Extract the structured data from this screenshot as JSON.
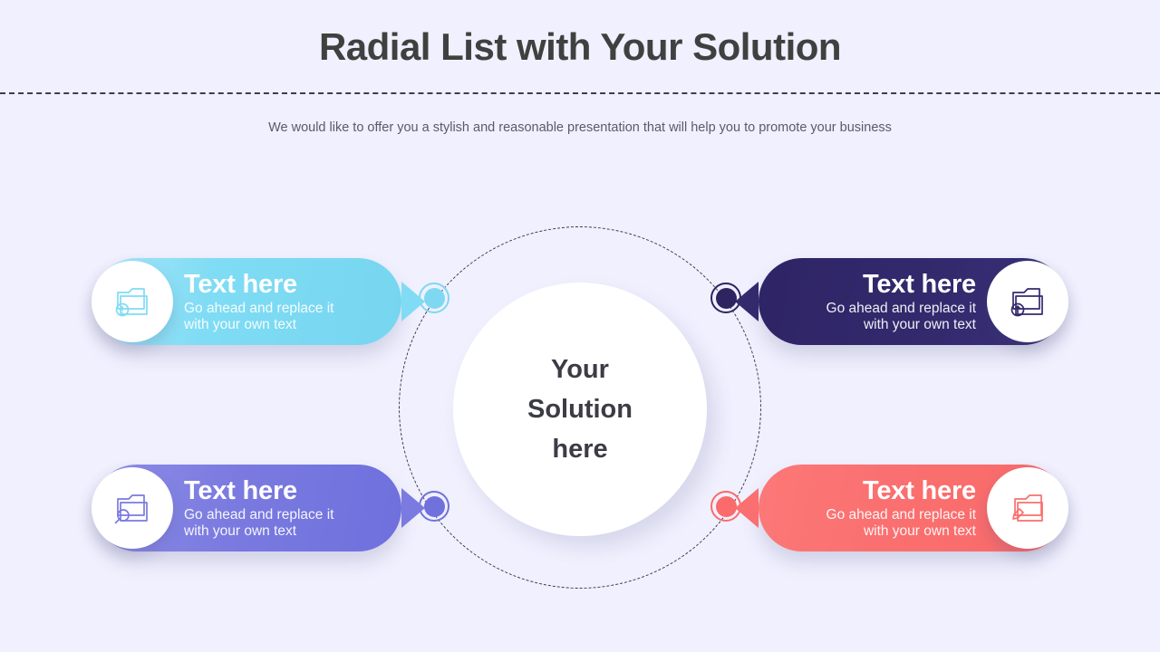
{
  "header": {
    "title": "Radial List with Your Solution",
    "subtitle": "We would like to offer you a stylish and reasonable presentation that will help you to promote your business"
  },
  "center": {
    "line1": "Your",
    "line2": "Solution",
    "line3": "here"
  },
  "colors": {
    "background": "#f0f0fe",
    "title_text": "#404040",
    "subtitle_text": "#5a5a6a",
    "center_text": "#3c3c46",
    "cyan": "#7fdcf4",
    "navy": "#332a6e",
    "purple": "#7a7ae0",
    "coral": "#fa6f6f"
  },
  "cards": [
    {
      "id": "top-left",
      "side": "left",
      "color": "#7fdcf4",
      "color_name": "cyan",
      "icon": "folder-alert-icon",
      "title": "Text here",
      "desc_line1": "Go ahead and replace it",
      "desc_line2": "with your own text"
    },
    {
      "id": "top-right",
      "side": "right",
      "color": "#332a6e",
      "color_name": "navy",
      "icon": "folder-upload-icon",
      "title": "Text here",
      "desc_line1": "Go ahead and replace it",
      "desc_line2": "with your own text"
    },
    {
      "id": "bottom-left",
      "side": "left",
      "color": "#7a7ae0",
      "color_name": "purple",
      "icon": "folder-search-icon",
      "title": "Text here",
      "desc_line1": "Go ahead and replace it",
      "desc_line2": "with your own text"
    },
    {
      "id": "bottom-right",
      "side": "right",
      "color": "#fa6f6f",
      "color_name": "coral",
      "icon": "folder-edit-icon",
      "title": "Text here",
      "desc_line1": "Go ahead and replace it",
      "desc_line2": "with your own text"
    }
  ],
  "connectors": [
    {
      "id": "connector-top-left",
      "color": "#7fd8f2"
    },
    {
      "id": "connector-top-right",
      "color": "#2d2460"
    },
    {
      "id": "connector-bottom-left",
      "color": "#7071dc"
    },
    {
      "id": "connector-bottom-right",
      "color": "#fb6b6b"
    }
  ]
}
